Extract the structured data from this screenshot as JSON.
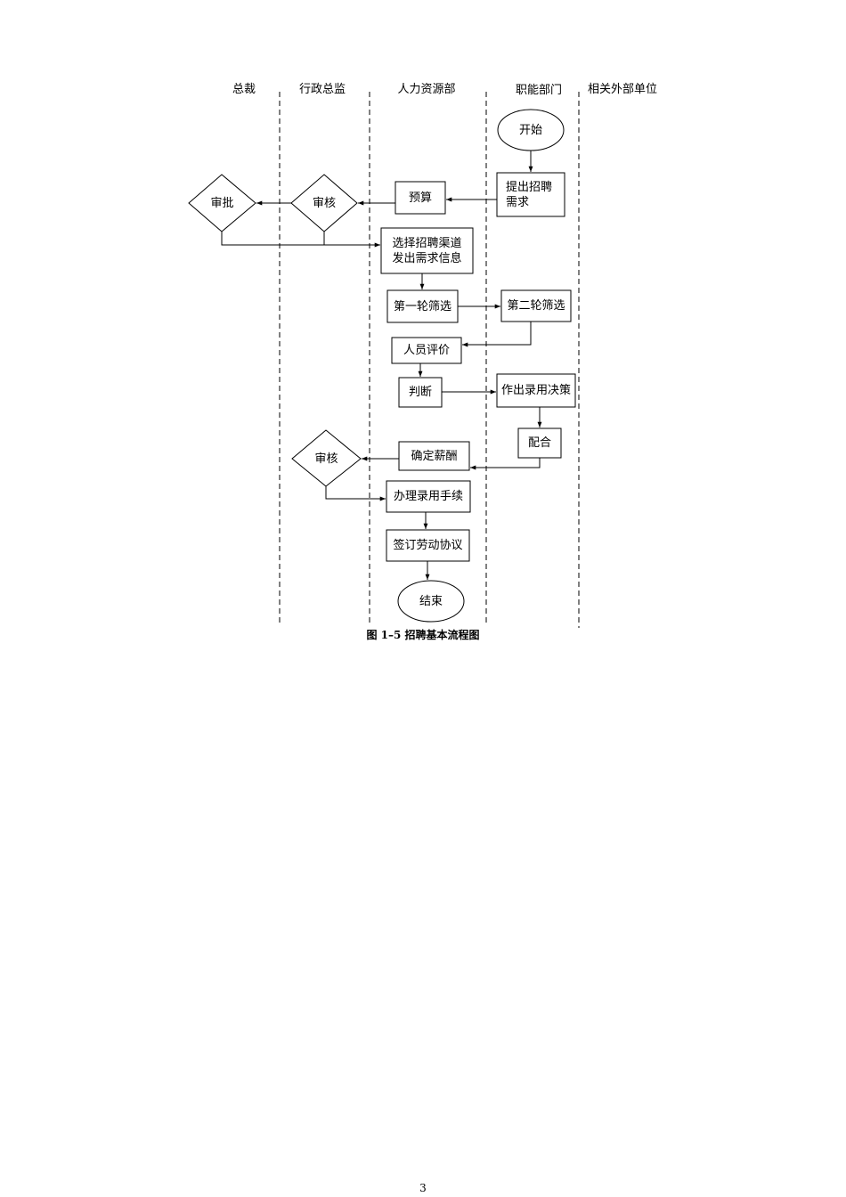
{
  "lanes": {
    "president": "总裁",
    "admin_director": "行政总监",
    "hr_dept": "人力资源部",
    "functional_dept": "职能部门",
    "external_units": "相关外部单位"
  },
  "nodes": {
    "start": "开始",
    "raise_demand": "提出招聘\n需求",
    "budget": "预算",
    "review_1": "审核",
    "approve": "审批",
    "select_channels": "选择招聘渠道\n发出需求信息",
    "first_screen": "第一轮筛选",
    "second_screen": "第二轮筛选",
    "evaluate": "人员评价",
    "judge": "判断",
    "hire_decision": "作出录用决策",
    "cooperate": "配合",
    "confirm_salary": "确定薪酬",
    "review_2": "审核",
    "hire_procedures": "办理录用手续",
    "sign_contract": "签订劳动协议",
    "end": "结束"
  },
  "caption": "图 1–5 招聘基本流程图",
  "page_number": "3"
}
